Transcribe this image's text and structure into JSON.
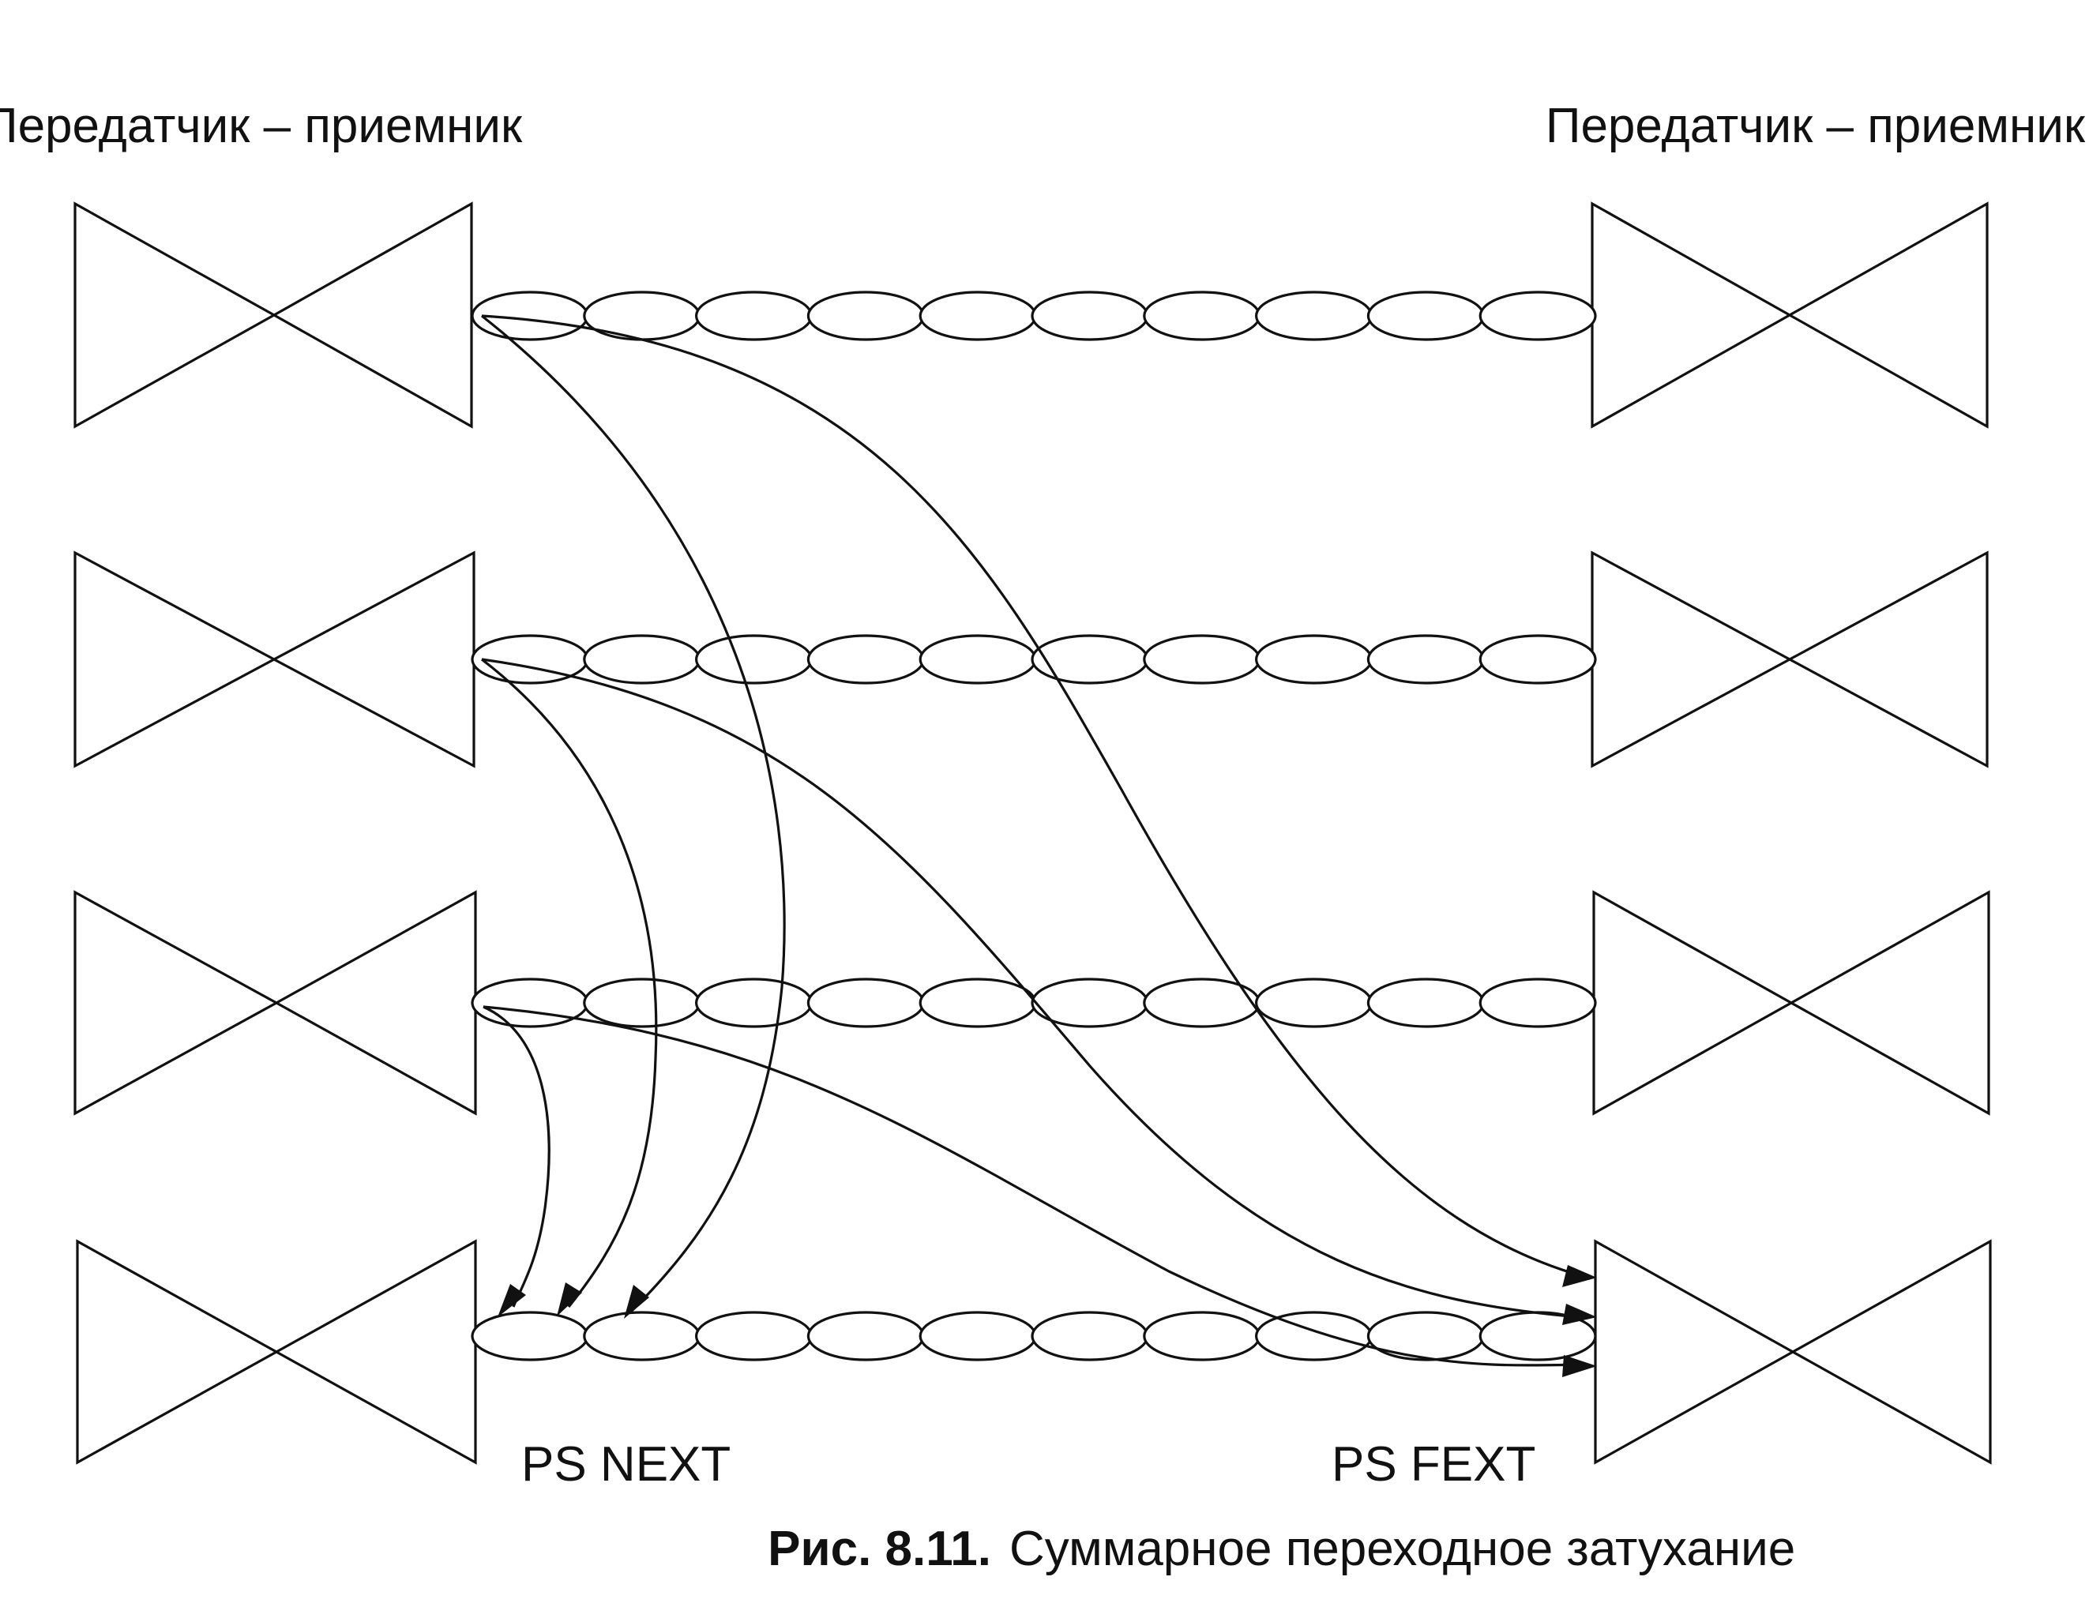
{
  "labels": {
    "left_header": "Передатчик – приемник",
    "right_header": "Передатчик – приемник",
    "ps_next": "PS NEXT",
    "ps_fext": "PS FEXT"
  },
  "caption": {
    "number": "Рис. 8.11.",
    "text": "Суммарное переходное затухание"
  },
  "colors": {
    "ink": "#111111",
    "background": "#ffffff"
  }
}
